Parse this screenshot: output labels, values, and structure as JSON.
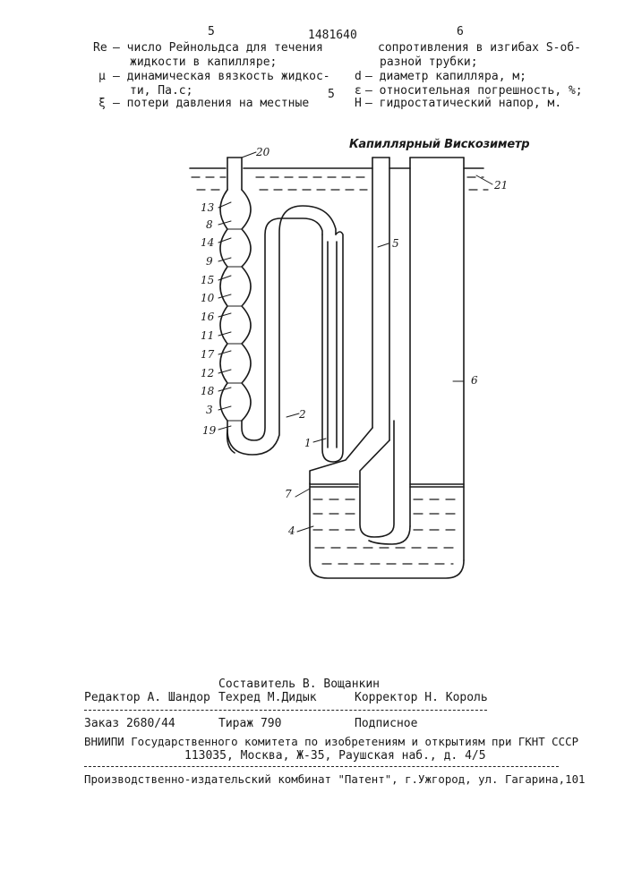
{
  "header": {
    "page_left": "5",
    "doc_number": "1481640",
    "page_right": "6",
    "line_marker": "5"
  },
  "legend_left": [
    {
      "sym": "Re",
      "def_lines": [
        "– число Рейнольдса для течения",
        "жидкости в капилляре;"
      ]
    },
    {
      "sym": "μ",
      "def_lines": [
        "– динамическая вязкость жидкос-",
        "ти, Па.с;"
      ]
    },
    {
      "sym": "ξ",
      "def_lines": [
        "– потери давления на местные"
      ]
    }
  ],
  "legend_right": {
    "cont_lines": [
      "сопротивления в изгибах S-об-",
      "разной трубки;"
    ],
    "items": [
      {
        "sym": "d",
        "def": "– диаметр капилляра, м;"
      },
      {
        "sym": "ε",
        "def": "– относительная погрешность, %;"
      },
      {
        "sym": "H",
        "def": "– гидростатический напор, м."
      }
    ]
  },
  "figure": {
    "title": "Капиллярный Вискозиметр",
    "labels": {
      "n20": "20",
      "n21": "21",
      "n13": "13",
      "n8": "8",
      "n14": "14",
      "n9": "9",
      "n15": "15",
      "n10": "10",
      "n16": "16",
      "n11": "11",
      "n17": "17",
      "n12": "12",
      "n18": "18",
      "n3": "3",
      "n19": "19",
      "n2": "2",
      "n1": "1",
      "n5": "5",
      "n6": "6",
      "n7": "7",
      "n4": "4"
    }
  },
  "footer": {
    "compiler": "Составитель В. Вощанкин",
    "editor": "Редактор А. Шандор",
    "techred": "Техред М.Дидык",
    "corrector": "Корректор Н. Король",
    "order": "Заказ 2680/44",
    "circulation": "Тираж 790",
    "subscription": "Подписное",
    "institute": "ВНИИПИ Государственного комитета по изобретениям и открытиям при ГКНТ СССР",
    "address": "113035, Москва, Ж-35, Раушская наб., д. 4/5",
    "publisher": "Производственно-издательский комбинат \"Патент\", г.Ужгород, ул. Гагарина,101"
  }
}
